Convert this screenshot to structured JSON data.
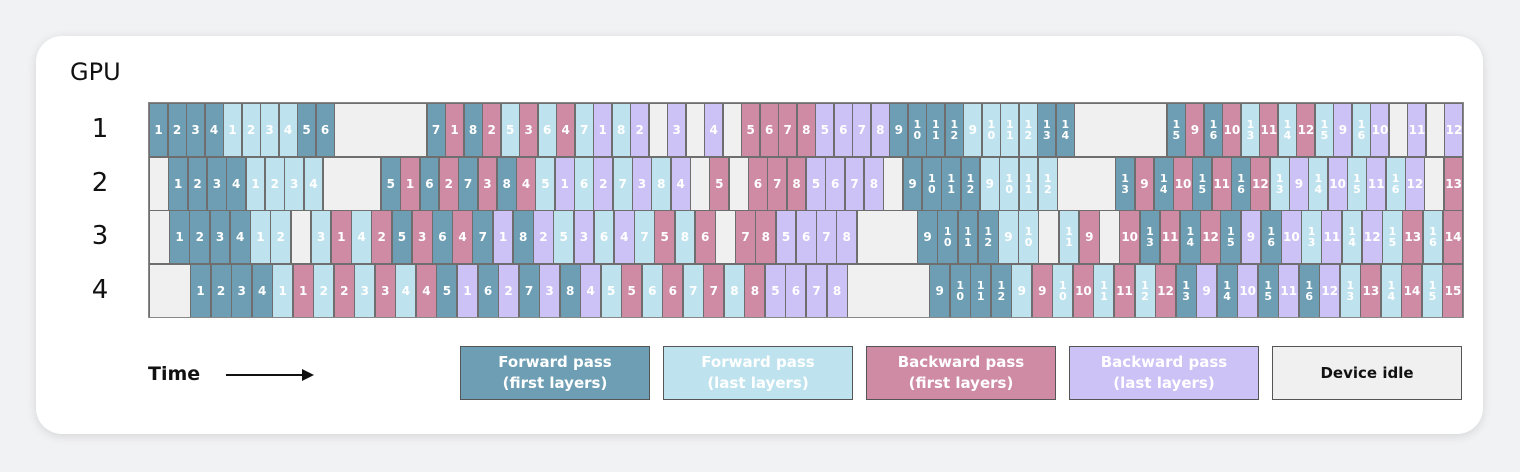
{
  "title": "GPU",
  "colors": {
    "ff": "#6d9eb3",
    "fl": "#bfe3ee",
    "bf": "#cf8ba3",
    "bl": "#cdc2f5",
    "idle": "#f0f0f0"
  },
  "rows": [
    {
      "label": "1",
      "cells": [
        [
          "ff",
          "1"
        ],
        [
          "ff",
          "2"
        ],
        [
          "ff",
          "3"
        ],
        [
          "ff",
          "4"
        ],
        [
          "fl",
          "1"
        ],
        [
          "fl",
          "2"
        ],
        [
          "fl",
          "3"
        ],
        [
          "fl",
          "4"
        ],
        [
          "ff",
          "5"
        ],
        [
          "ff",
          "6"
        ],
        [
          "idle",
          "",
          5
        ],
        [
          "ff",
          "7"
        ],
        [
          "bf",
          "1"
        ],
        [
          "ff",
          "8"
        ],
        [
          "bf",
          "2"
        ],
        [
          "fl",
          "5"
        ],
        [
          "bf",
          "3"
        ],
        [
          "fl",
          "6"
        ],
        [
          "bf",
          "4"
        ],
        [
          "fl",
          "7"
        ],
        [
          "bl",
          "1"
        ],
        [
          "fl",
          "8"
        ],
        [
          "bl",
          "2"
        ],
        [
          "idle",
          "",
          1
        ],
        [
          "bl",
          "3"
        ],
        [
          "idle",
          "",
          1
        ],
        [
          "bl",
          "4"
        ],
        [
          "idle",
          "",
          1
        ],
        [
          "bf",
          "5"
        ],
        [
          "bf",
          "6"
        ],
        [
          "bf",
          "7"
        ],
        [
          "bf",
          "8"
        ],
        [
          "bl",
          "5"
        ],
        [
          "bl",
          "6"
        ],
        [
          "bl",
          "7"
        ],
        [
          "bl",
          "8"
        ],
        [
          "ff",
          "9"
        ],
        [
          "ff",
          "1\n0"
        ],
        [
          "ff",
          "1\n1"
        ],
        [
          "ff",
          "1\n2"
        ],
        [
          "fl",
          "9"
        ],
        [
          "fl",
          "1\n0"
        ],
        [
          "fl",
          "1\n1"
        ],
        [
          "fl",
          "1\n2"
        ],
        [
          "ff",
          "1\n3"
        ],
        [
          "ff",
          "1\n4"
        ],
        [
          "idle",
          "",
          5
        ],
        [
          "ff",
          "1\n5"
        ],
        [
          "bf",
          "9"
        ],
        [
          "ff",
          "1\n6"
        ],
        [
          "bf",
          "10"
        ],
        [
          "fl",
          "1\n3"
        ],
        [
          "bf",
          "11"
        ],
        [
          "fl",
          "1\n4"
        ],
        [
          "bf",
          "12"
        ],
        [
          "fl",
          "1\n5"
        ],
        [
          "bl",
          "9"
        ],
        [
          "fl",
          "1\n6"
        ],
        [
          "bl",
          "10"
        ],
        [
          "idle",
          "",
          1
        ],
        [
          "bl",
          "11"
        ],
        [
          "idle",
          "",
          1
        ],
        [
          "bl",
          "12"
        ]
      ]
    },
    {
      "label": "2",
      "cells": [
        [
          "idle",
          "",
          1
        ],
        [
          "ff",
          "1"
        ],
        [
          "ff",
          "2"
        ],
        [
          "ff",
          "3"
        ],
        [
          "ff",
          "4"
        ],
        [
          "fl",
          "1"
        ],
        [
          "fl",
          "2"
        ],
        [
          "fl",
          "3"
        ],
        [
          "fl",
          "4"
        ],
        [
          "idle",
          "",
          3
        ],
        [
          "ff",
          "5"
        ],
        [
          "bf",
          "1"
        ],
        [
          "ff",
          "6"
        ],
        [
          "bf",
          "2"
        ],
        [
          "ff",
          "7"
        ],
        [
          "bf",
          "3"
        ],
        [
          "ff",
          "8"
        ],
        [
          "bf",
          "4"
        ],
        [
          "fl",
          "5"
        ],
        [
          "bl",
          "1"
        ],
        [
          "fl",
          "6"
        ],
        [
          "bl",
          "2"
        ],
        [
          "fl",
          "7"
        ],
        [
          "bl",
          "3"
        ],
        [
          "fl",
          "8"
        ],
        [
          "bl",
          "4"
        ],
        [
          "idle",
          "",
          1
        ],
        [
          "bf",
          "5"
        ],
        [
          "idle",
          "",
          1
        ],
        [
          "bf",
          "6"
        ],
        [
          "bf",
          "7"
        ],
        [
          "bf",
          "8"
        ],
        [
          "bl",
          "5"
        ],
        [
          "bl",
          "6"
        ],
        [
          "bl",
          "7"
        ],
        [
          "bl",
          "8"
        ],
        [
          "idle",
          "",
          1
        ],
        [
          "ff",
          "9"
        ],
        [
          "ff",
          "1\n0"
        ],
        [
          "ff",
          "1\n1"
        ],
        [
          "ff",
          "1\n2"
        ],
        [
          "fl",
          "9"
        ],
        [
          "fl",
          "1\n0"
        ],
        [
          "fl",
          "1\n1"
        ],
        [
          "fl",
          "1\n2"
        ],
        [
          "idle",
          "",
          3
        ],
        [
          "ff",
          "1\n3"
        ],
        [
          "bf",
          "9"
        ],
        [
          "ff",
          "1\n4"
        ],
        [
          "bf",
          "10"
        ],
        [
          "ff",
          "1\n5"
        ],
        [
          "bf",
          "11"
        ],
        [
          "ff",
          "1\n6"
        ],
        [
          "bf",
          "12"
        ],
        [
          "fl",
          "1\n3"
        ],
        [
          "bl",
          "9"
        ],
        [
          "fl",
          "1\n4"
        ],
        [
          "bl",
          "10"
        ],
        [
          "fl",
          "1\n5"
        ],
        [
          "bl",
          "11"
        ],
        [
          "fl",
          "1\n6"
        ],
        [
          "bl",
          "12"
        ],
        [
          "idle",
          "",
          1
        ],
        [
          "bf",
          "13"
        ]
      ]
    },
    {
      "label": "3",
      "cells": [
        [
          "idle",
          "",
          1
        ],
        [
          "ff",
          "1"
        ],
        [
          "ff",
          "2"
        ],
        [
          "ff",
          "3"
        ],
        [
          "ff",
          "4"
        ],
        [
          "fl",
          "1"
        ],
        [
          "fl",
          "2"
        ],
        [
          "idle",
          "",
          1
        ],
        [
          "fl",
          "3"
        ],
        [
          "bf",
          "1"
        ],
        [
          "fl",
          "4"
        ],
        [
          "bf",
          "2"
        ],
        [
          "ff",
          "5"
        ],
        [
          "bf",
          "3"
        ],
        [
          "ff",
          "6"
        ],
        [
          "bf",
          "4"
        ],
        [
          "ff",
          "7"
        ],
        [
          "bl",
          "1"
        ],
        [
          "ff",
          "8"
        ],
        [
          "bl",
          "2"
        ],
        [
          "fl",
          "5"
        ],
        [
          "bl",
          "3"
        ],
        [
          "fl",
          "6"
        ],
        [
          "bl",
          "4"
        ],
        [
          "fl",
          "7"
        ],
        [
          "bf",
          "5"
        ],
        [
          "fl",
          "8"
        ],
        [
          "bf",
          "6"
        ],
        [
          "idle",
          "",
          1
        ],
        [
          "bf",
          "7"
        ],
        [
          "bf",
          "8"
        ],
        [
          "bl",
          "5"
        ],
        [
          "bl",
          "6"
        ],
        [
          "bl",
          "7"
        ],
        [
          "bl",
          "8"
        ],
        [
          "idle",
          "",
          3
        ],
        [
          "ff",
          "9"
        ],
        [
          "ff",
          "1\n0"
        ],
        [
          "ff",
          "1\n1"
        ],
        [
          "ff",
          "1\n2"
        ],
        [
          "fl",
          "9"
        ],
        [
          "fl",
          "1\n0"
        ],
        [
          "idle",
          "",
          1
        ],
        [
          "fl",
          "1\n1"
        ],
        [
          "bf",
          "9"
        ],
        [
          "idle",
          "",
          1
        ],
        [
          "bf",
          "10"
        ],
        [
          "ff",
          "1\n3"
        ],
        [
          "bf",
          "11"
        ],
        [
          "ff",
          "1\n4"
        ],
        [
          "bf",
          "12"
        ],
        [
          "ff",
          "1\n5"
        ],
        [
          "bl",
          "9"
        ],
        [
          "ff",
          "1\n6"
        ],
        [
          "bl",
          "10"
        ],
        [
          "fl",
          "1\n3"
        ],
        [
          "bl",
          "11"
        ],
        [
          "fl",
          "1\n4"
        ],
        [
          "bl",
          "12"
        ],
        [
          "fl",
          "1\n5"
        ],
        [
          "bf",
          "13"
        ],
        [
          "fl",
          "1\n6"
        ],
        [
          "bf",
          "14"
        ]
      ]
    },
    {
      "label": "4",
      "cells": [
        [
          "idle",
          "",
          2
        ],
        [
          "ff",
          "1"
        ],
        [
          "ff",
          "2"
        ],
        [
          "ff",
          "3"
        ],
        [
          "ff",
          "4"
        ],
        [
          "fl",
          "1"
        ],
        [
          "bf",
          "1"
        ],
        [
          "fl",
          "2"
        ],
        [
          "bf",
          "2"
        ],
        [
          "fl",
          "3"
        ],
        [
          "bf",
          "3"
        ],
        [
          "fl",
          "4"
        ],
        [
          "bf",
          "4"
        ],
        [
          "ff",
          "5"
        ],
        [
          "bl",
          "1"
        ],
        [
          "ff",
          "6"
        ],
        [
          "bl",
          "2"
        ],
        [
          "ff",
          "7"
        ],
        [
          "bl",
          "3"
        ],
        [
          "ff",
          "8"
        ],
        [
          "bl",
          "4"
        ],
        [
          "fl",
          "5"
        ],
        [
          "bf",
          "5"
        ],
        [
          "fl",
          "6"
        ],
        [
          "bf",
          "6"
        ],
        [
          "fl",
          "7"
        ],
        [
          "bf",
          "7"
        ],
        [
          "fl",
          "8"
        ],
        [
          "bf",
          "8"
        ],
        [
          "bl",
          "5"
        ],
        [
          "bl",
          "6"
        ],
        [
          "bl",
          "7"
        ],
        [
          "bl",
          "8"
        ],
        [
          "idle",
          "",
          4
        ],
        [
          "ff",
          "9"
        ],
        [
          "ff",
          "1\n0"
        ],
        [
          "ff",
          "1\n1"
        ],
        [
          "ff",
          "1\n2"
        ],
        [
          "fl",
          "9"
        ],
        [
          "bf",
          "9"
        ],
        [
          "fl",
          "1\n0"
        ],
        [
          "bf",
          "10"
        ],
        [
          "fl",
          "1\n1"
        ],
        [
          "bf",
          "11"
        ],
        [
          "fl",
          "1\n2"
        ],
        [
          "bf",
          "12"
        ],
        [
          "ff",
          "1\n3"
        ],
        [
          "bl",
          "9"
        ],
        [
          "ff",
          "1\n4"
        ],
        [
          "bl",
          "10"
        ],
        [
          "ff",
          "1\n5"
        ],
        [
          "bl",
          "11"
        ],
        [
          "ff",
          "1\n6"
        ],
        [
          "bl",
          "12"
        ],
        [
          "fl",
          "1\n3"
        ],
        [
          "bf",
          "13"
        ],
        [
          "fl",
          "1\n4"
        ],
        [
          "bf",
          "14"
        ],
        [
          "fl",
          "1\n5"
        ],
        [
          "bf",
          "15"
        ]
      ]
    }
  ],
  "time_label": "Time",
  "legend": [
    {
      "key": "ff",
      "label": "Forward pass\n(first layers)",
      "text_color": "#ffffff"
    },
    {
      "key": "fl",
      "label": "Forward pass\n(last layers)",
      "text_color": "#ffffff"
    },
    {
      "key": "bf",
      "label": "Backward pass\n(first layers)",
      "text_color": "#ffffff"
    },
    {
      "key": "bl",
      "label": "Backward pass\n(last layers)",
      "text_color": "#ffffff"
    },
    {
      "key": "idle",
      "label": "Device idle",
      "text_color": "#111111"
    }
  ]
}
